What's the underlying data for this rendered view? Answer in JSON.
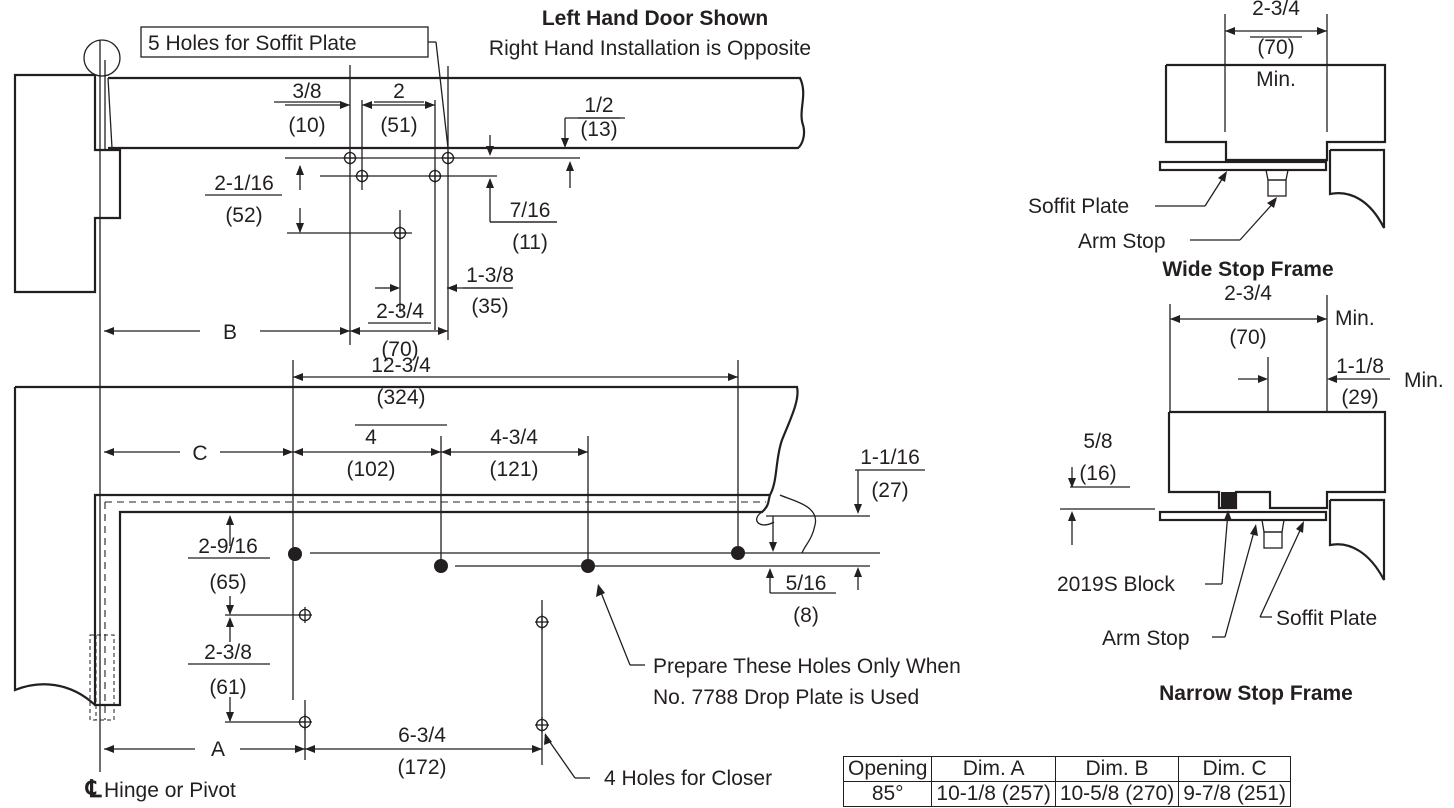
{
  "title": "Left Hand Door Shown",
  "subtitle": "Right Hand Installation is Opposite",
  "soffit_holes_label": "5 Holes for Soffit Plate",
  "top_dims": {
    "d1": "3/8",
    "d1m": "(10)",
    "d2": "2",
    "d2m": "(51)",
    "d3": "1/2",
    "d3m": "(13)",
    "d4": "2-1/16",
    "d4m": "(52)",
    "d5": "7/16",
    "d5m": "(11)",
    "d6": "1-3/8",
    "d6m": "(35)",
    "d7": "2-3/4",
    "d7m": "(70)",
    "b": "B"
  },
  "bottom_dims": {
    "overall": "12-3/4",
    "overall_m": "(324)",
    "c": "C",
    "d1": "4",
    "d1m": "(102)",
    "d2": "4-3/4",
    "d2m": "(121)",
    "d3": "1-1/16",
    "d3m": "(27)",
    "d4": "2-9/16",
    "d4m": "(65)",
    "d5": "5/16",
    "d5m": "(8)",
    "d6": "2-3/8",
    "d6m": "(61)",
    "a": "A",
    "d7": "6-3/4",
    "d7m": "(172)"
  },
  "notes": {
    "prepare_1": "Prepare These Holes Only When",
    "prepare_2": "No. 7788 Drop Plate is Used",
    "closer_holes": "4 Holes for Closer",
    "hinge_symbol": "℄",
    "hinge": "Hinge or Pivot"
  },
  "wide_frame": {
    "dim": "2-3/4",
    "dim_m": "(70)",
    "min": "Min.",
    "soffit": "Soffit Plate",
    "arm_stop": "Arm Stop",
    "title": "Wide Stop Frame"
  },
  "narrow_frame": {
    "dim": "2-3/4",
    "dim_m": "(70)",
    "min1": "Min.",
    "d2": "1-1/8",
    "d2m": "(29)",
    "min2": "Min.",
    "d3": "5/8",
    "d3m": "(16)",
    "block": "2019S Block",
    "arm_stop": "Arm Stop",
    "soffit": "Soffit Plate",
    "title": "Narrow Stop Frame"
  },
  "table": {
    "headers": [
      "Opening",
      "Dim. A",
      "Dim. B",
      "Dim. C"
    ],
    "rows": [
      [
        "85°",
        "10-1/8 (257)",
        "10-5/8 (270)",
        "9-7/8 (251)"
      ]
    ]
  }
}
